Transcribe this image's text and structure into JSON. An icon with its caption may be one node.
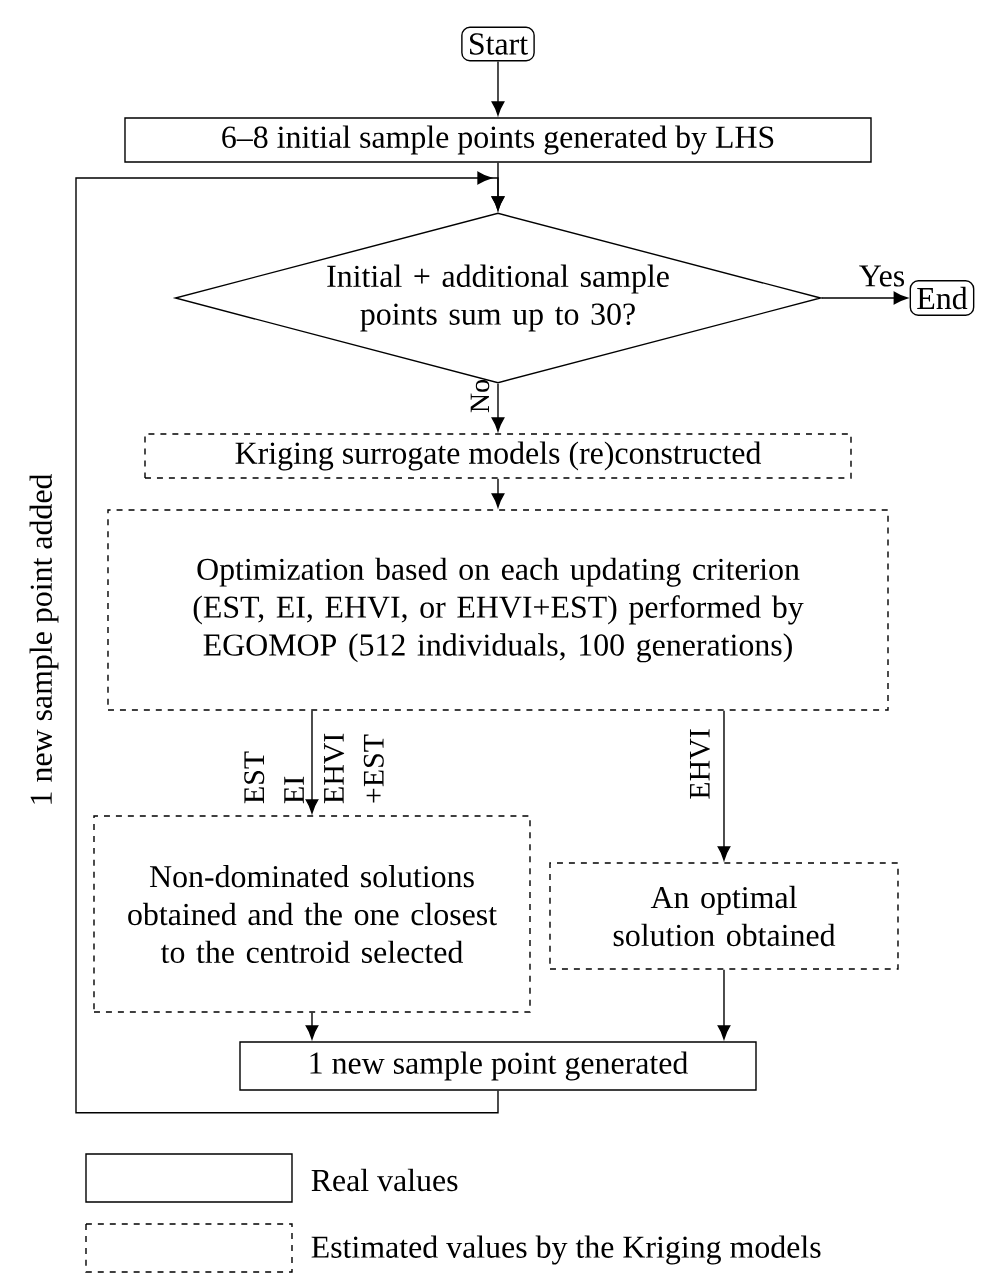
{
  "diagram": {
    "nodes": [
      {
        "text": [
          "Start"
        ]
      },
      {
        "text": [
          "6–8 initial sample points generated by LHS"
        ]
      },
      {
        "text": [
          "Initial + additional sample points sum up to 30?"
        ]
      },
      {
        "text": [
          "End"
        ]
      },
      {
        "text": [
          "Kriging surrogate models (re)constructed"
        ]
      },
      {
        "text": [
          "Optimization based on each updating criterion (EST, EI, EHVI, or EHVI+EST) performed by EGOMOP (512 individuals, 100 generations)"
        ]
      },
      {
        "text": [
          "Non-dominated solutions obtained and the one closest to the centroid selected"
        ]
      },
      {
        "text": [
          "An optimal solution obtained"
        ]
      },
      {
        "text": [
          "1 new sample point generated"
        ]
      }
    ],
    "edges": [
      {
        "from": 0,
        "to": 1,
        "arrow": "to"
      },
      {
        "from": 1,
        "to": 2,
        "arrow": "to"
      },
      {
        "from": 2,
        "to": 3,
        "arrow": "to",
        "label": "Yes"
      },
      {
        "from": 2,
        "to": 4,
        "arrow": "to",
        "label": "No"
      },
      {
        "from": 4,
        "to": 5,
        "arrow": "to"
      },
      {
        "from": 5,
        "to": 6,
        "arrow": "to",
        "label": "EST EI EHVI +EST"
      },
      {
        "from": 5,
        "to": 7,
        "arrow": "to",
        "label": "EHVI"
      },
      {
        "from": 6,
        "to": 8,
        "arrow": "to"
      },
      {
        "from": 7,
        "to": 8,
        "arrow": "to"
      },
      {
        "from": 8,
        "to": 2,
        "arrow": "to",
        "label": "1 new sample point added"
      }
    ],
    "legend": [
      {
        "text": "Real values"
      },
      {
        "text": "Estimated values by the Kriging models"
      }
    ]
  }
}
